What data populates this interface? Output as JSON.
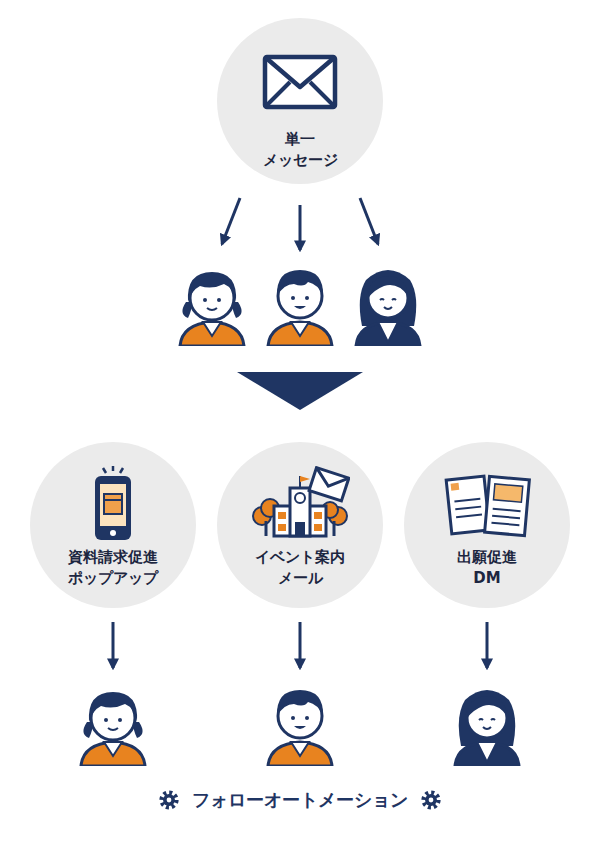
{
  "diagram": {
    "nodes": [
      {
        "text": [
          "単一 メッセージ"
        ]
      },
      {
        "text": [
          "資料請求促進 ポップアップ"
        ]
      },
      {
        "text": [
          "イベント案内 メール"
        ]
      },
      {
        "text": [
          "出願促進 DM"
        ]
      }
    ],
    "labels": [
      "フォローオートメーション"
    ]
  }
}
